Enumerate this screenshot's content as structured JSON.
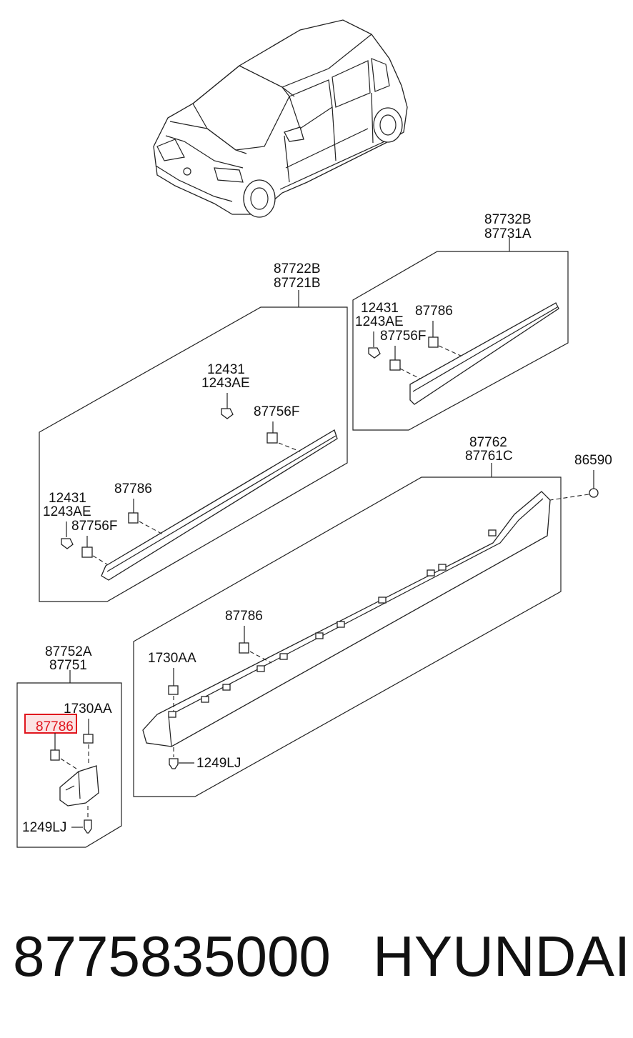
{
  "groups": [
    {
      "id": "front-door-molding",
      "labels": [
        "87722B",
        "87721B"
      ]
    },
    {
      "id": "rear-door-molding",
      "labels": [
        "87732B",
        "87731A"
      ]
    },
    {
      "id": "side-sill-molding",
      "labels": [
        "87762",
        "87761C"
      ]
    },
    {
      "id": "mud-guard",
      "labels": [
        "87752A",
        "87751"
      ]
    }
  ],
  "callouts": {
    "front": {
      "screw_a": "12431",
      "screw_b": "1243AE",
      "clip_upper": "87756F",
      "screw_lower_a": "12431",
      "screw_lower_b": "1243AE",
      "clip_lower_fastener": "87786",
      "clip_lower": "87756F"
    },
    "rear": {
      "screw_a": "12431",
      "screw_b": "1243AE",
      "fastener": "87786",
      "clip": "87756F"
    },
    "sill": {
      "cap": "86590",
      "fastener": "87786",
      "nut": "1730AA",
      "screw": "1249LJ"
    },
    "mud": {
      "nut": "1730AA",
      "fastener_highlighted": "87786",
      "screw": "1249LJ"
    }
  },
  "highlight": {
    "label": "87786",
    "color": "#e0161e"
  },
  "footer": {
    "part_number": "8775835000",
    "brand": "HYUNDAI"
  }
}
